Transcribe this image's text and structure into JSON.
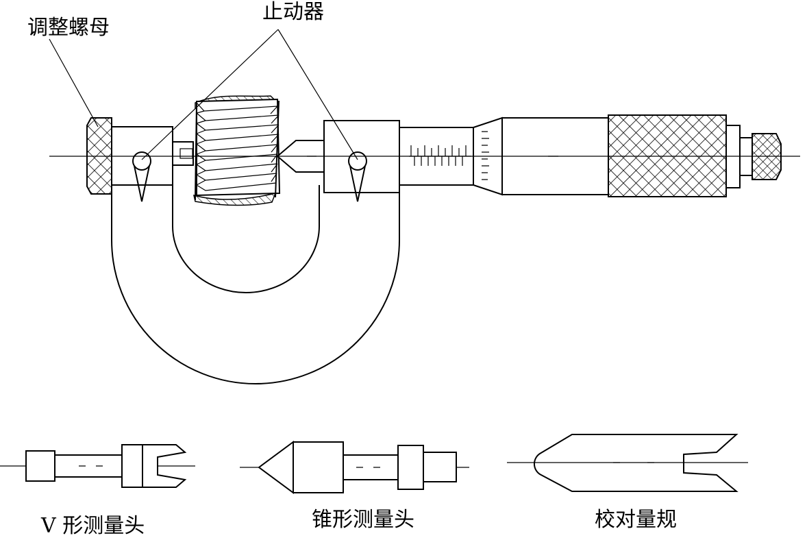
{
  "labels": {
    "adjust_nut": "调整螺母",
    "stopper": "止动器",
    "v_head": "V 形测量头",
    "cone_head": "锥形测量头",
    "gauge": "校对量规"
  }
}
